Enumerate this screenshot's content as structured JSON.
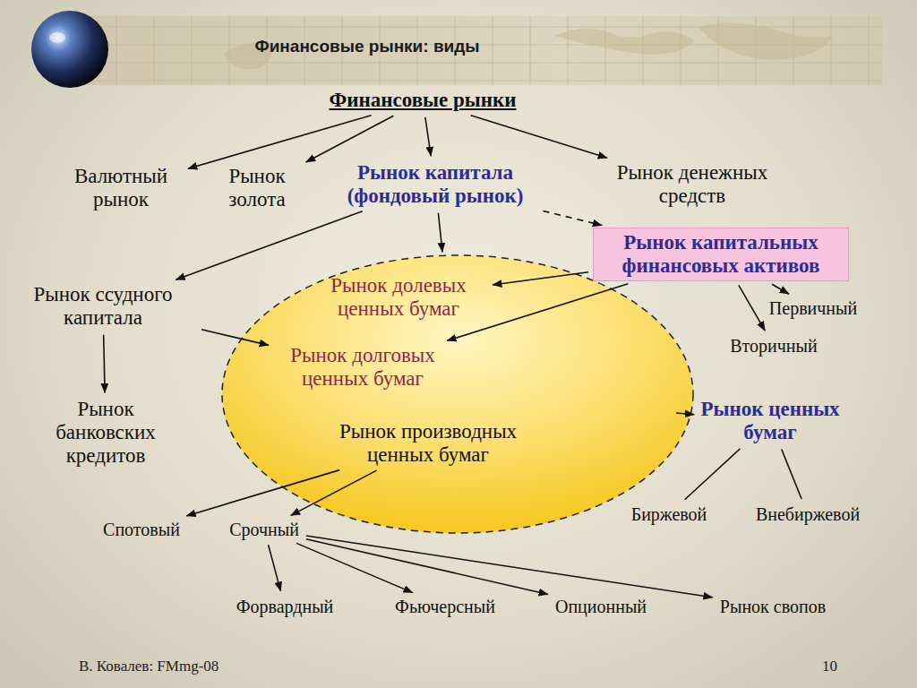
{
  "diagram": {
    "title": "Финансовые рынки: виды",
    "nodes": [
      {
        "text": [
          "Финансовые рынки"
        ]
      },
      {
        "text": [
          "Валютный рынок"
        ]
      },
      {
        "text": [
          "Рынок золота"
        ]
      },
      {
        "text": [
          "Рынок капитала (фондовый рынок)"
        ]
      },
      {
        "text": [
          "Рынок денежных средств"
        ]
      },
      {
        "text": [
          "Рынок капитальных финансовых активов"
        ]
      },
      {
        "text": [
          "Рынок ссудного капитала"
        ]
      },
      {
        "text": []
      },
      {
        "text": [
          "Рынок долевых ценных бумаг"
        ],
        "in": 7
      },
      {
        "text": [
          "Рынок долговых ценных бумаг"
        ],
        "in": 7
      },
      {
        "text": [
          "Рынок производных ценных бумаг"
        ],
        "in": 7
      },
      {
        "text": [
          "Первичный"
        ]
      },
      {
        "text": [
          "Вторичный"
        ]
      },
      {
        "text": [
          "Рынок ценных бумаг"
        ]
      },
      {
        "text": [
          "Рынок банковских кредитов"
        ]
      },
      {
        "text": [
          "Биржевой"
        ]
      },
      {
        "text": [
          "Внебиржевой"
        ]
      },
      {
        "text": [
          "Спотовый"
        ]
      },
      {
        "text": [
          "Срочный"
        ]
      },
      {
        "text": [
          "Форвардный"
        ]
      },
      {
        "text": [
          "Фьючерсный"
        ]
      },
      {
        "text": [
          "Опционный"
        ]
      },
      {
        "text": [
          "Рынок свопов"
        ]
      }
    ],
    "edges": [
      {
        "from": 0,
        "to": 1,
        "arrow": "to"
      },
      {
        "from": 0,
        "to": 2,
        "arrow": "to"
      },
      {
        "from": 0,
        "to": 3,
        "arrow": "to"
      },
      {
        "from": 0,
        "to": 4,
        "arrow": "to"
      },
      {
        "from": 3,
        "to": 5,
        "arrow": "to"
      },
      {
        "from": 3,
        "to": 6,
        "arrow": "to"
      },
      {
        "from": 3,
        "to": 7,
        "arrow": "to"
      },
      {
        "from": 5,
        "to": 8,
        "arrow": "to"
      },
      {
        "from": 5,
        "to": 9,
        "arrow": "to"
      },
      {
        "from": 5,
        "to": 11,
        "arrow": "to"
      },
      {
        "from": 5,
        "to": 12,
        "arrow": "to"
      },
      {
        "from": 6,
        "to": 14,
        "arrow": "to"
      },
      {
        "from": 6,
        "to": 9,
        "arrow": "to"
      },
      {
        "from": 13,
        "to": 7,
        "arrow": "to"
      },
      {
        "from": 13,
        "to": 15,
        "arrow": "none"
      },
      {
        "from": 13,
        "to": 16,
        "arrow": "none"
      },
      {
        "from": 10,
        "to": 17,
        "arrow": "to"
      },
      {
        "from": 10,
        "to": 18,
        "arrow": "to"
      },
      {
        "from": 18,
        "to": 19,
        "arrow": "to"
      },
      {
        "from": 18,
        "to": 20,
        "arrow": "to"
      },
      {
        "from": 18,
        "to": 21,
        "arrow": "to"
      },
      {
        "from": 18,
        "to": 22,
        "arrow": "to"
      }
    ],
    "labels": [
      "В. Ковалев: FMmg-08",
      "10"
    ]
  }
}
